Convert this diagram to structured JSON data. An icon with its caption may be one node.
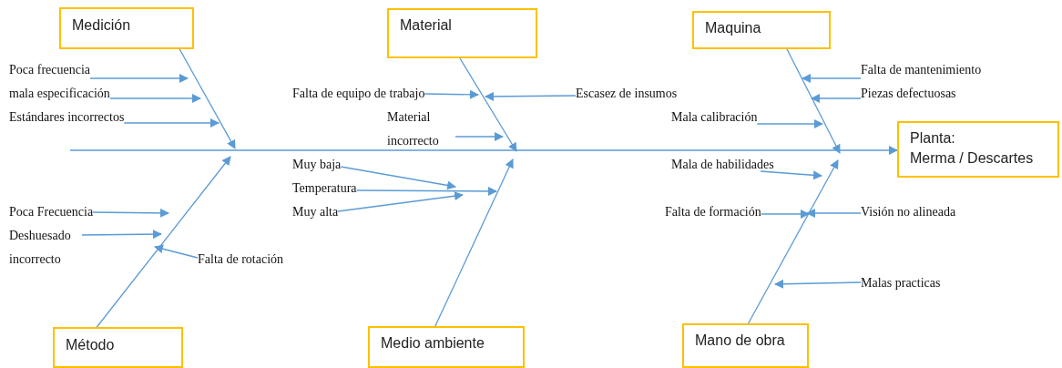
{
  "diagram": {
    "nodes": [
      {
        "text": [
          "Medición"
        ]
      },
      {
        "text": [
          "Material"
        ]
      },
      {
        "text": [
          "Maquina"
        ]
      },
      {
        "text": [
          "Planta: Merma / Descartes"
        ]
      },
      {
        "text": [
          "Método"
        ]
      },
      {
        "text": [
          "Medio ambiente"
        ]
      },
      {
        "text": [
          "Mano de obra"
        ]
      },
      {
        "text": [
          "Poca frecuencia"
        ]
      },
      {
        "text": [
          "mala especificación"
        ]
      },
      {
        "text": [
          "Estándares incorrectos"
        ]
      },
      {
        "text": [
          "Poca Frecuencia"
        ]
      },
      {
        "text": [
          "Deshuesado incorrecto"
        ]
      },
      {
        "text": [
          "Falta de rotación"
        ]
      },
      {
        "text": [
          "Falta de equipo de trabajo"
        ]
      },
      {
        "text": [
          "Escasez de insumos"
        ]
      },
      {
        "text": [
          "Material incorrecto"
        ]
      },
      {
        "text": [
          "Muy baja"
        ]
      },
      {
        "text": [
          "Temperatura"
        ]
      },
      {
        "text": [
          "Muy alta"
        ]
      },
      {
        "text": [
          "Falta de mantenimiento"
        ]
      },
      {
        "text": [
          "Piezas defectuosas"
        ]
      },
      {
        "text": [
          "Mala calibración"
        ]
      },
      {
        "text": [
          "Mala de habilidades"
        ]
      },
      {
        "text": [
          "Falta de formación"
        ]
      },
      {
        "text": [
          "Visión no alineada"
        ]
      },
      {
        "text": [
          "Malas practicas"
        ]
      }
    ],
    "edges": [
      {
        "from": null,
        "to": 3,
        "arrow": "to"
      },
      {
        "from": 0,
        "to": null,
        "arrow": "to"
      },
      {
        "from": 1,
        "to": null,
        "arrow": "to"
      },
      {
        "from": 2,
        "to": null,
        "arrow": "to"
      },
      {
        "from": 4,
        "to": null,
        "arrow": "to"
      },
      {
        "from": 5,
        "to": null,
        "arrow": "to"
      },
      {
        "from": 6,
        "to": null,
        "arrow": "to"
      },
      {
        "from": 7,
        "to": null,
        "arrow": "to"
      },
      {
        "from": 8,
        "to": null,
        "arrow": "to"
      },
      {
        "from": 9,
        "to": null,
        "arrow": "to"
      },
      {
        "from": 10,
        "to": null,
        "arrow": "to"
      },
      {
        "from": 11,
        "to": null,
        "arrow": "to"
      },
      {
        "from": 12,
        "to": null,
        "arrow": "to"
      },
      {
        "from": 13,
        "to": null,
        "arrow": "to"
      },
      {
        "from": 14,
        "to": null,
        "arrow": "to"
      },
      {
        "from": 15,
        "to": null,
        "arrow": "to"
      },
      {
        "from": 16,
        "to": null,
        "arrow": "to"
      },
      {
        "from": 17,
        "to": null,
        "arrow": "to"
      },
      {
        "from": 18,
        "to": null,
        "arrow": "to"
      },
      {
        "from": 19,
        "to": null,
        "arrow": "to"
      },
      {
        "from": 20,
        "to": null,
        "arrow": "to"
      },
      {
        "from": 21,
        "to": null,
        "arrow": "to"
      },
      {
        "from": 22,
        "to": null,
        "arrow": "to"
      },
      {
        "from": 23,
        "to": null,
        "arrow": "to"
      },
      {
        "from": 24,
        "to": null,
        "arrow": "to"
      },
      {
        "from": 25,
        "to": null,
        "arrow": "to"
      }
    ]
  }
}
